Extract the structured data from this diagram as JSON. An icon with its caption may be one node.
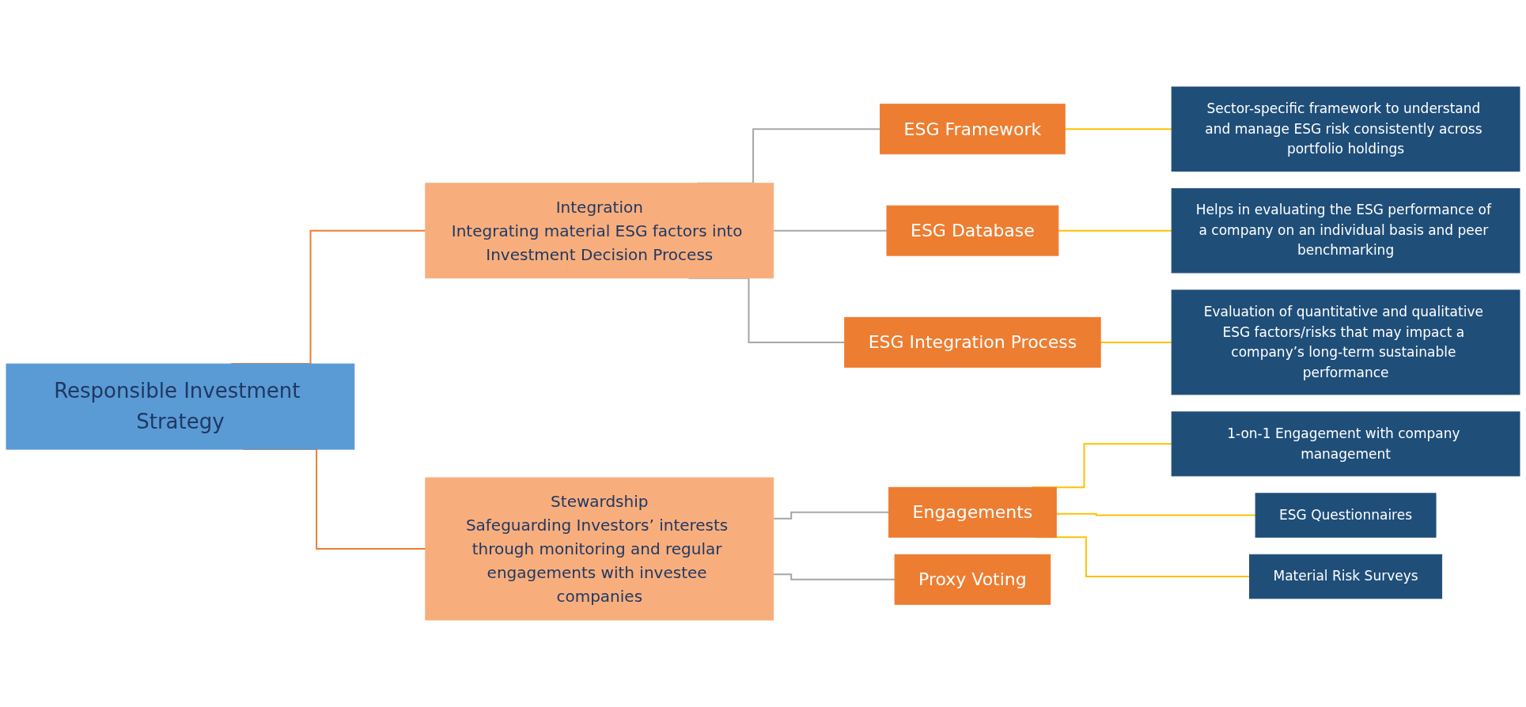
{
  "diagram": {
    "nodes": [
      {
        "text": [
          "Responsible Investment Strategy"
        ]
      },
      {
        "text": [
          "Integration",
          "Integrating material ESG factors into Investment Decision Process"
        ]
      },
      {
        "text": [
          "Stewardship",
          "Safeguarding Investors’ interests through monitoring and regular engagements with investee companies"
        ]
      },
      {
        "text": [
          "ESG Framework"
        ]
      },
      {
        "text": [
          "ESG Database"
        ]
      },
      {
        "text": [
          "ESG Integration Process"
        ]
      },
      {
        "text": [
          "Engagements"
        ]
      },
      {
        "text": [
          "Proxy Voting"
        ]
      },
      {
        "text": [
          "Sector-specific framework to understand and manage ESG risk consistently across portfolio holdings"
        ]
      },
      {
        "text": [
          "Helps in evaluating the ESG performance of a company on an individual basis and peer benchmarking"
        ]
      },
      {
        "text": [
          "Evaluation of quantitative and qualitative ESG factors/risks that may impact a company’s long-term sustainable performance"
        ]
      },
      {
        "text": [
          "1-on-1 Engagement with company management"
        ]
      },
      {
        "text": [
          "ESG Questionnaires"
        ]
      },
      {
        "text": [
          "Material Risk Surveys"
        ]
      }
    ],
    "edges": [
      {
        "from": 0,
        "to": 1,
        "arrow": "none",
        "color": "#ed7d31"
      },
      {
        "from": 0,
        "to": 2,
        "arrow": "none",
        "color": "#ed7d31"
      },
      {
        "from": 1,
        "to": 3,
        "arrow": "none",
        "color": "#a6a6a6"
      },
      {
        "from": 1,
        "to": 4,
        "arrow": "none",
        "color": "#a6a6a6"
      },
      {
        "from": 1,
        "to": 5,
        "arrow": "none",
        "color": "#a6a6a6"
      },
      {
        "from": 2,
        "to": 6,
        "arrow": "none",
        "color": "#a6a6a6"
      },
      {
        "from": 2,
        "to": 7,
        "arrow": "none",
        "color": "#a6a6a6"
      },
      {
        "from": 3,
        "to": 8,
        "arrow": "none",
        "color": "#ffc000"
      },
      {
        "from": 4,
        "to": 9,
        "arrow": "none",
        "color": "#ffc000"
      },
      {
        "from": 5,
        "to": 10,
        "arrow": "none",
        "color": "#ffc000"
      },
      {
        "from": 6,
        "to": 11,
        "arrow": "none",
        "color": "#ffc000"
      },
      {
        "from": 6,
        "to": 12,
        "arrow": "none",
        "color": "#ffc000"
      },
      {
        "from": 6,
        "to": 13,
        "arrow": "none",
        "color": "#ffc000"
      }
    ]
  }
}
